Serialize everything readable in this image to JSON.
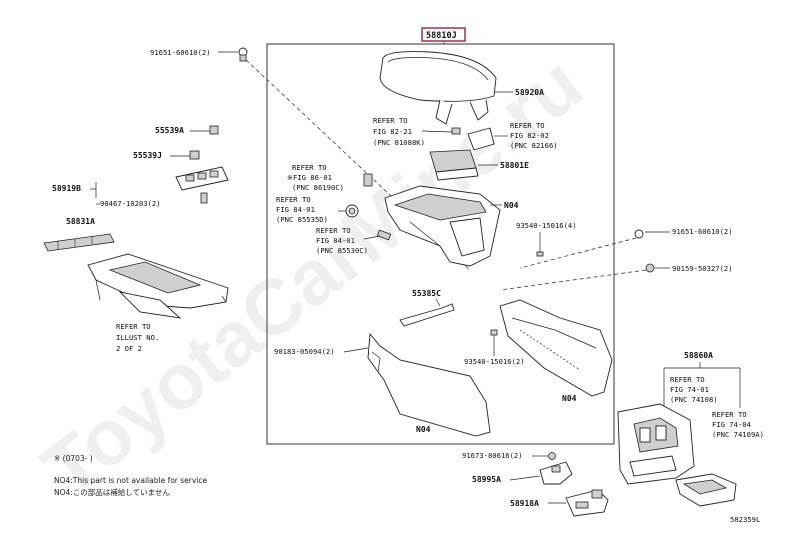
{
  "title_code": "58810J",
  "footer_code": "582359L",
  "watermark": "ToyotaCarMine.ru",
  "accent_color": "#9e1f3a",
  "labels": {
    "p91651_top": "91651-60610(2)",
    "p55539A": "55539A",
    "p55539J": "55539J",
    "p58919B": "58919B",
    "p90467": "90467-10203(2)",
    "p58831A": "58831A",
    "p58920A": "58920A",
    "ref_8221_a": "REFER TO",
    "ref_8221_b": "FIG 82-21",
    "ref_8221_c": "(PNC 81088K)",
    "ref_8202_a": "REFER TO",
    "ref_8202_b": "FIG 82-02",
    "ref_8202_c": "(PNC 82166)",
    "p58801E": "58801E",
    "ref_8601_a": "REFER TO",
    "ref_8601_b": "※FIG 86-01",
    "ref_8601_c": "(PNC 86190C)",
    "ref_8401a_a": "REFER TO",
    "ref_8401a_b": "FIG 84-01",
    "ref_8401a_c": "(PNC 85535D)",
    "ref_8401b_a": "REFER TO",
    "ref_8401b_b": "FIG 84-01",
    "ref_8401b_c": "(PNC 85530C)",
    "n04_a": "N04",
    "p93540_a": "93540-15016(4)",
    "p91651_right": "91651-60610(2)",
    "p90159": "90159-50327(2)",
    "p55385C": "55385C",
    "p90183": "90183-05094(2)",
    "p93540_b": "93540-15016(2)",
    "n04_b": "N04",
    "n04_c": "N04",
    "p58860A": "58860A",
    "ref_7401a_a": "REFER TO",
    "ref_7401a_b": "FIG 74-01",
    "ref_7401a_c": "(PNC 74108)",
    "ref_7401b_a": "REFER TO",
    "ref_7401b_b": "FIG 74-04",
    "ref_7401b_c": "(PNC 74109A)",
    "p91673": "91673-80616(2)",
    "p58995A": "58995A",
    "p58918A": "58918A",
    "refer_left_a": "REFER TO",
    "refer_left_b": "ILLUST NO.",
    "refer_left_c": "2 OF 2"
  },
  "notes": {
    "line1": "※ (0703-      )",
    "line2": "NO4:This part is not available for service",
    "line3": "NO4:この部品は補給していません"
  }
}
